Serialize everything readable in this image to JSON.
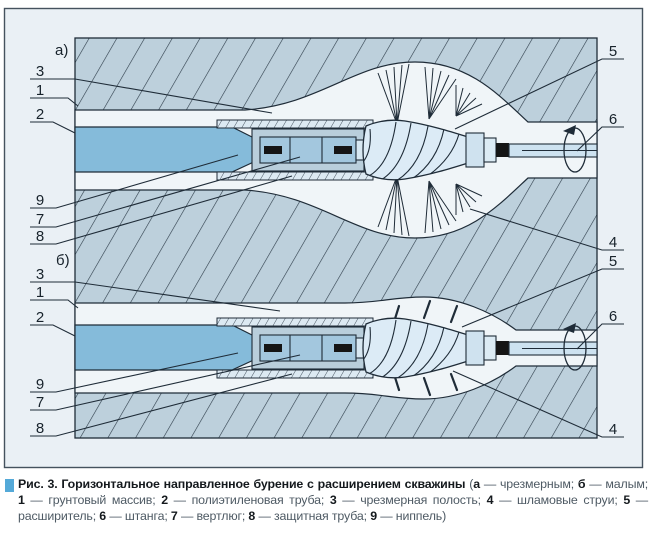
{
  "figure_caption": {
    "marker_color": "#54a9d8",
    "number": "Рис. 3.",
    "title": "Горизонтальное направленное бурение с расширением скважины",
    "paren_open": "(",
    "items": [
      {
        "key": "а",
        "text": " — чрезмерным; "
      },
      {
        "key": "б",
        "text": " — малым; "
      },
      {
        "key": "1",
        "text": " — грунтовый массив; "
      },
      {
        "key": "2",
        "text": " — полиэтиленовая труба; "
      },
      {
        "key": "3",
        "text": " — чрезмерная полость; "
      },
      {
        "key": "4",
        "text": " — шламовые струи; "
      },
      {
        "key": "5",
        "text": " —расширитель; "
      },
      {
        "key": "6",
        "text": " — штанга; "
      },
      {
        "key": "7",
        "text": " — вертлюг; "
      },
      {
        "key": "8",
        "text": " — защитная труба; "
      },
      {
        "key": "9",
        "text": " — ниппель)"
      }
    ]
  },
  "panels": [
    {
      "letter": "а)",
      "nums": {
        "n1": "1",
        "n2": "2",
        "n3": "3",
        "n4": "4",
        "n5": "5",
        "n6": "6",
        "n7": "7",
        "n8": "8",
        "n9": "9"
      }
    },
    {
      "letter": "б)",
      "nums": {
        "n1": "1",
        "n2": "2",
        "n3": "3",
        "n4": "4",
        "n5": "5",
        "n6": "6",
        "n7": "7",
        "n8": "8",
        "n9": "9"
      }
    }
  ],
  "colors": {
    "caption_marker": "#54a9d8",
    "ground": "#bdd0dc",
    "hatch_line": "#2c3b48",
    "bore": "#f0f5f8",
    "pipe": "#85bbda",
    "expander": "#dcebf6",
    "rod": "#cde2f0",
    "band": "#dce9f2",
    "swivel_housing": "#b9cedb",
    "swivel_inner": "#a3c7de",
    "black_parts": "#151515",
    "outline": "#1f2c38",
    "frame_fill": "#eaf0f5",
    "frame_border": "#45525e"
  }
}
